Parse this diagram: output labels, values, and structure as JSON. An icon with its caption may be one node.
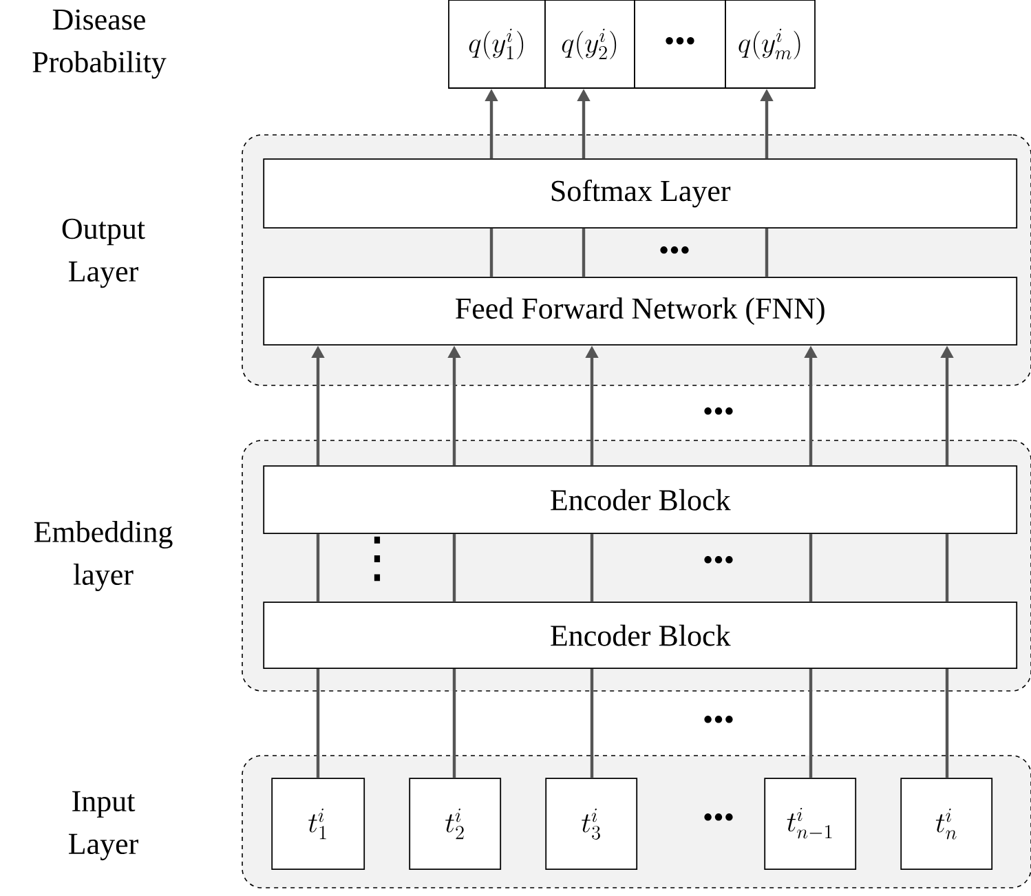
{
  "diagram": {
    "nodes": [
      {
        "text": [
          "q(y_1^i)"
        ]
      },
      {
        "text": [
          "q(y_2^i)"
        ]
      },
      {
        "text": [
          "•••"
        ]
      },
      {
        "text": [
          "q(y_m^i)"
        ]
      },
      {
        "text": [],
        "shape": "box"
      },
      {
        "text": [
          "Softmax Layer"
        ],
        "in": 4
      },
      {
        "text": [
          "Feed Forward Network (FNN)"
        ],
        "in": 4
      },
      {
        "text": [],
        "shape": "box"
      },
      {
        "text": [
          "Encoder Block"
        ],
        "in": 7
      },
      {
        "text": [
          "Encoder Block"
        ],
        "in": 7
      },
      {
        "text": [],
        "shape": "box"
      },
      {
        "text": [
          "t_1^i"
        ],
        "in": 10
      },
      {
        "text": [
          "t_2^i"
        ],
        "in": 10
      },
      {
        "text": [
          "t_3^i"
        ],
        "in": 10
      },
      {
        "text": [
          "t_{n-1}^i"
        ],
        "in": 10
      },
      {
        "text": [
          "t_n^i"
        ],
        "in": 10
      }
    ],
    "edges": [
      {
        "from": 5,
        "to": 0,
        "arrow": "to"
      },
      {
        "from": 5,
        "to": 1,
        "arrow": "to"
      },
      {
        "from": 5,
        "to": 3,
        "arrow": "to"
      },
      {
        "from": 6,
        "to": 5,
        "arrow": "none"
      },
      {
        "from": 6,
        "to": 5,
        "arrow": "none"
      },
      {
        "from": 6,
        "to": 5,
        "arrow": "none"
      },
      {
        "from": 8,
        "to": 6,
        "arrow": "to"
      },
      {
        "from": 8,
        "to": 6,
        "arrow": "to"
      },
      {
        "from": 8,
        "to": 6,
        "arrow": "to"
      },
      {
        "from": 8,
        "to": 6,
        "arrow": "to"
      },
      {
        "from": 8,
        "to": 6,
        "arrow": "to"
      },
      {
        "from": 9,
        "to": 8,
        "arrow": "none"
      },
      {
        "from": 9,
        "to": 8,
        "arrow": "none"
      },
      {
        "from": 9,
        "to": 8,
        "arrow": "none"
      },
      {
        "from": 9,
        "to": 8,
        "arrow": "none"
      },
      {
        "from": 9,
        "to": 8,
        "arrow": "none"
      },
      {
        "from": 11,
        "to": 9,
        "arrow": "none"
      },
      {
        "from": 12,
        "to": 9,
        "arrow": "none"
      },
      {
        "from": 13,
        "to": 9,
        "arrow": "none"
      },
      {
        "from": 14,
        "to": 9,
        "arrow": "none"
      },
      {
        "from": 15,
        "to": 9,
        "arrow": "none"
      }
    ],
    "labels": [
      "Disease Probability",
      "Output Layer",
      "•••",
      "•••",
      "Embedding layer",
      "⋮",
      "•••",
      "•••",
      "Input Layer",
      "•••"
    ]
  }
}
